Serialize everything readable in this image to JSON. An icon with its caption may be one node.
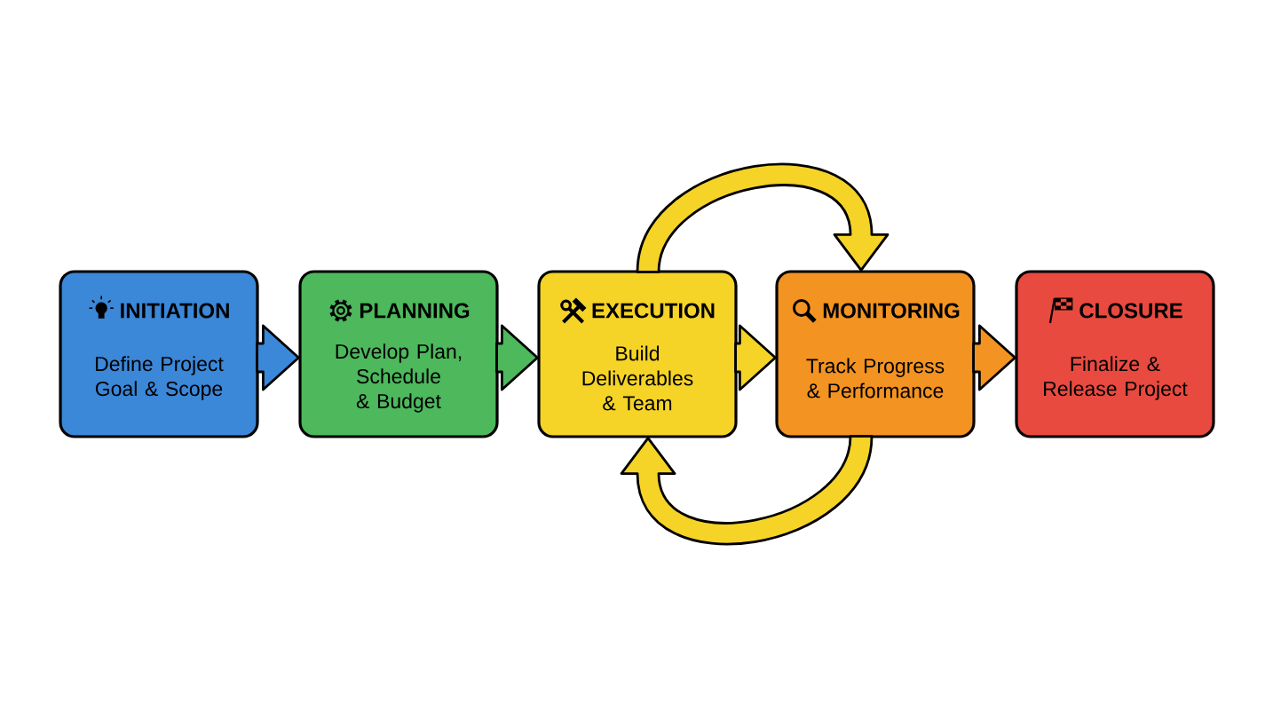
{
  "diagram": {
    "nodes": [
      {
        "text": [
          "INITIATION",
          "Define Project Goal & Scope"
        ]
      },
      {
        "text": [
          "PLANNING",
          "Develop Plan, Schedule & Budget"
        ]
      },
      {
        "text": [
          "EXECUTION",
          "Build Deliverables & Team"
        ]
      },
      {
        "text": [
          "MONITORING",
          "Track Progress & Performance"
        ]
      },
      {
        "text": [
          "CLOSURE",
          "Finalize & Release Project"
        ]
      }
    ],
    "edges": [
      {
        "from": 0,
        "to": 1,
        "arrow": "to",
        "color": "#3b87d8"
      },
      {
        "from": 1,
        "to": 2,
        "arrow": "to",
        "color": "#4db85c"
      },
      {
        "from": 2,
        "to": 3,
        "arrow": "to",
        "color": "#f5d327"
      },
      {
        "from": 3,
        "to": 4,
        "arrow": "to",
        "color": "#f39322"
      },
      {
        "from": 2,
        "to": 3,
        "arrow": "to",
        "color": "#f5d327"
      },
      {
        "from": 3,
        "to": 2,
        "arrow": "to",
        "color": "#f5d327"
      }
    ]
  }
}
